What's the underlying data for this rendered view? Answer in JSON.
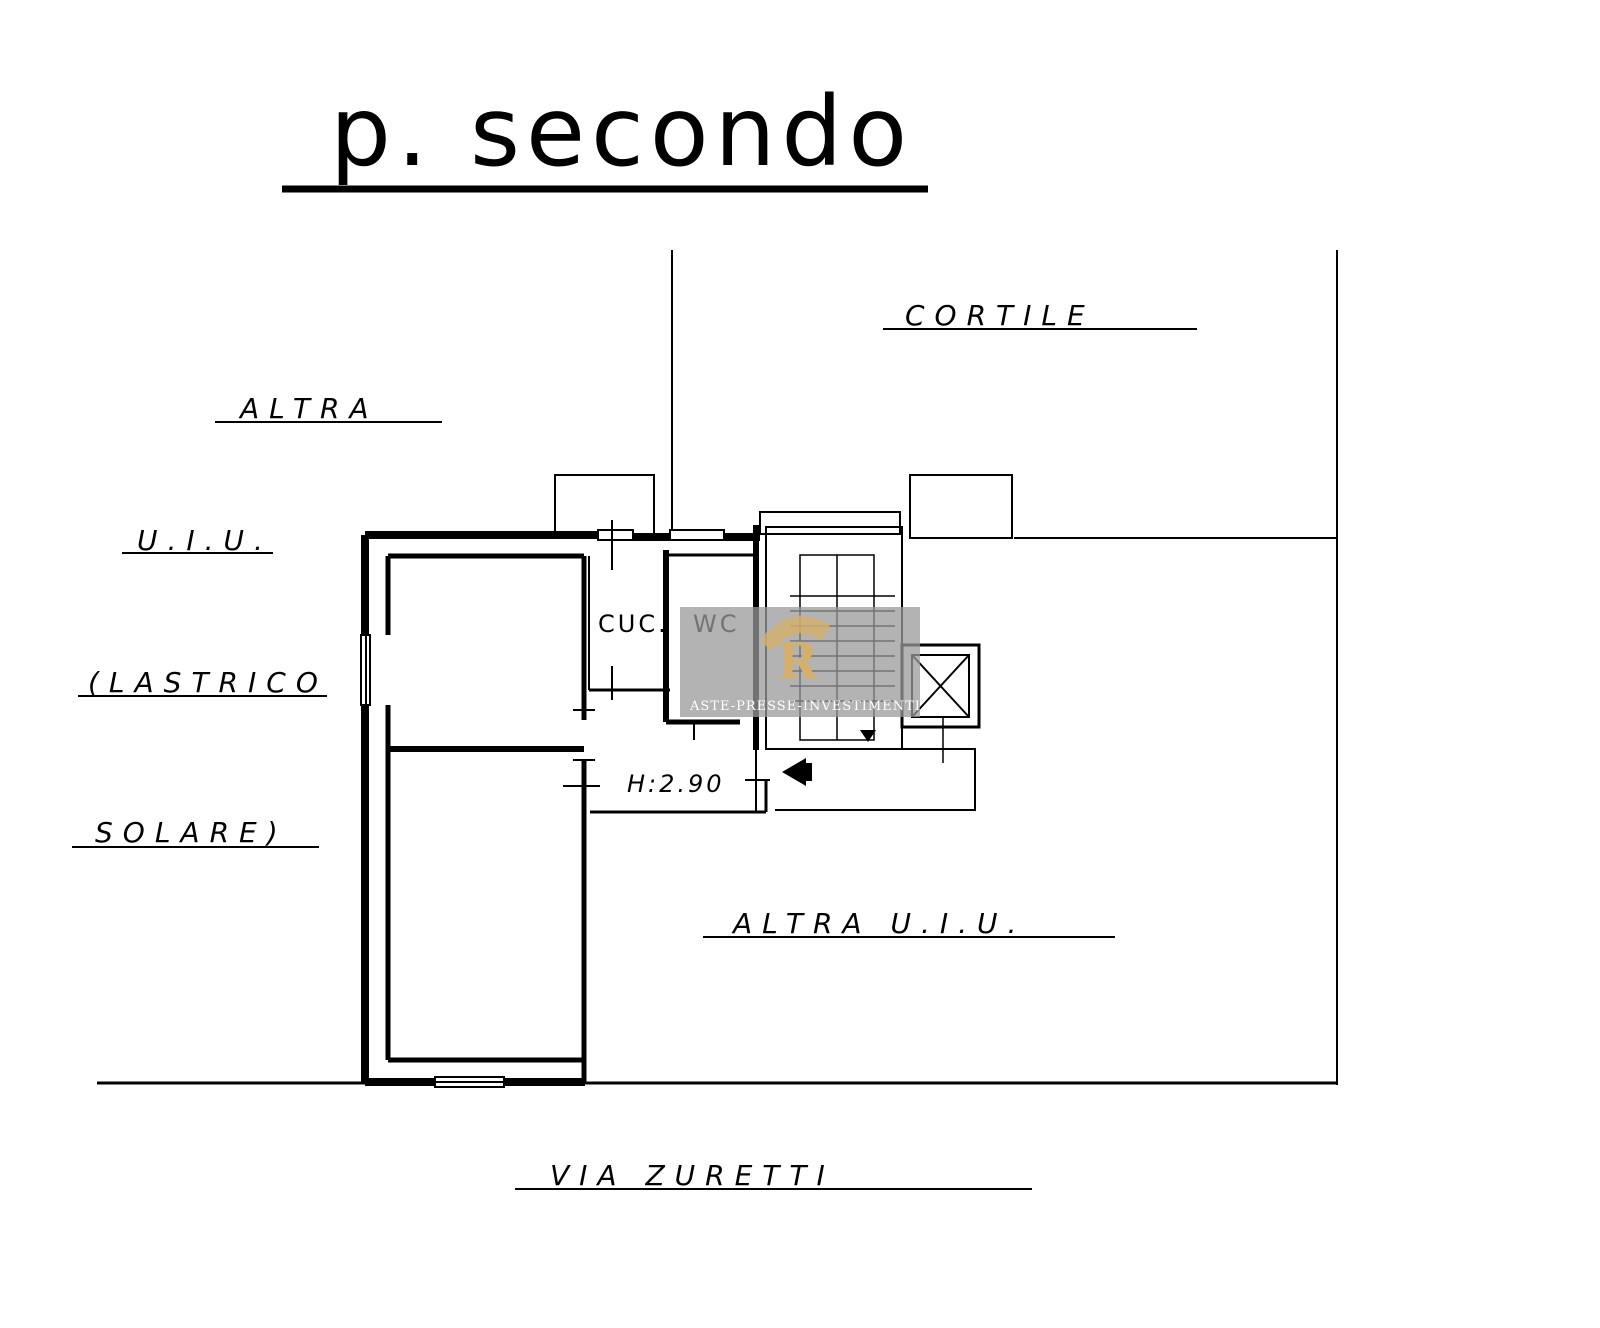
{
  "title": "p. secondo",
  "labels": {
    "cortile": "CORTILE",
    "altra_left_1": "ALTRA",
    "altra_left_2": "U.I.U.",
    "altra_left_3": "(LASTRICO",
    "altra_left_4": "SOLARE)",
    "altra_right": "ALTRA U.I.U.",
    "street": "VIA ZURETTI",
    "kitchen": "CUC.",
    "wc": "WC",
    "height": "H:2.90"
  },
  "watermark": {
    "logo_letter": "R",
    "text": "ASTE-PRESSE-INVESTIMENTI"
  },
  "colors": {
    "line": "#000000",
    "background": "#ffffff",
    "watermark_box": "#9a9a9a",
    "watermark_logo": "#d4b06a"
  }
}
